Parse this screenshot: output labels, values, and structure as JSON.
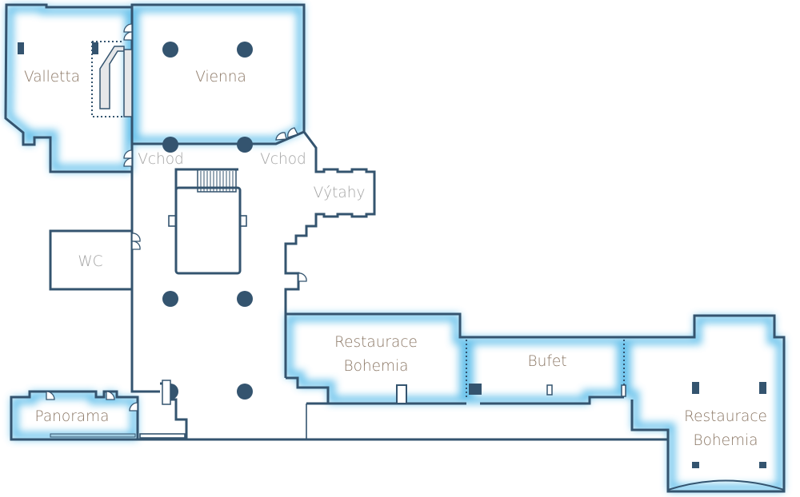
{
  "colors": {
    "wall": "#34546f",
    "glow": "#4fb8e8",
    "room_label": "#8b7765",
    "aux_label": "#a4a4a4",
    "column": "#34546f"
  },
  "rooms": {
    "valletta": "Valletta",
    "vienna": "Vienna",
    "restaurace_1": {
      "line1": "Restaurace",
      "line2": "Bohemia"
    },
    "bufet": "Bufet",
    "restaurace_2": {
      "line1": "Restaurace",
      "line2": "Bohemia"
    },
    "panorama": "Panorama"
  },
  "areas": {
    "entrance_left": "Vchod",
    "entrance_right": "Vchod",
    "elevators": "Výtahy",
    "wc": "WC"
  }
}
